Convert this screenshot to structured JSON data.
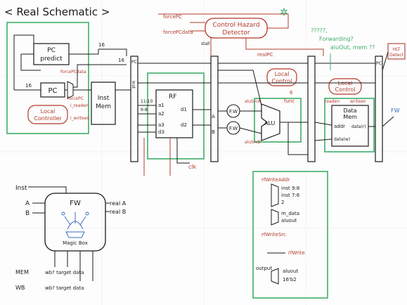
{
  "title": "< Real Schematic >",
  "colors": {
    "ink": "#1a1a1a",
    "red": "#b23a2a",
    "green": "#3fae6a",
    "blue": "#3a6fc4",
    "grid": "#dddddd"
  },
  "fetch": {
    "pc_predict": "PC\npredict",
    "pc": "PC",
    "inst_mem": "Inst\nMem",
    "local_controller": "Local\nController",
    "bus16_a": "16",
    "bus16_b": "16",
    "bus16_c": "16",
    "forcePCdata": "forcePCdata",
    "forcePC": "forcePC",
    "i_readen": "i_readen",
    "i_writeen": "i_writeen"
  },
  "hazard": {
    "title": "Control Hazard\nDetector",
    "forcePC": "forcePC",
    "forcePCdata": "forcePCdata",
    "stall": "stall",
    "realPC": "realPC"
  },
  "registers": {
    "pc_reg": "PC",
    "inst_reg": "Inst",
    "a_reg": "A",
    "b_reg": "B",
    "rf": "RF",
    "rf_a1": "a1",
    "rf_a2": "a2",
    "rf_a3": "a3",
    "rf_d1": "d1",
    "rf_d2": "d2",
    "rf_d3": "d3",
    "bits_11_10": "11:10",
    "bits_9_8": "9:8",
    "clk": "clk",
    "alu": "ALU",
    "fw1": "F.W",
    "fw2": "F.W",
    "alu_src": "aluSrcA",
    "alu_src_b": "aluSrcB",
    "func": "func",
    "num6": "6",
    "local_control2": "Local\nControl",
    "local_control3": "Local\nControl",
    "data_mem": "Data\nMem",
    "addr": "addr",
    "data_r": "data(r)",
    "data_w": "data(w)",
    "rf_writeAddr_label": "rfWriteAddr",
    "writeen": "writeen",
    "readen": "readen",
    "hlt": "HLT\nDetect",
    "fw_out": "FW"
  },
  "annotation": {
    "korean": "?????,\nForwarding?\naluOut, mem ??",
    "korean_lines": [
      "?????,",
      "Forwarding?",
      "aluOut, mem ??"
    ]
  },
  "fw_box": {
    "inst": "Inst",
    "a": "A",
    "b": "B",
    "fw": "FW",
    "realA": "real A",
    "realB": "real B",
    "magic": "Magic Box",
    "mem": "MEM",
    "wb": "WB",
    "mem_sig": "wb? target data",
    "wb_sig": "wb? target data"
  },
  "mux_legend": {
    "rfWriteAddr": "rfWriteAddr",
    "inst98": "inst 9:8",
    "inst76": "inst 7:6",
    "two": "2",
    "mdata": "m_data",
    "aluout": "aluout",
    "rfWriteSrc": "rfWriteSrc",
    "rfWrite": "rfWrite",
    "output": "output",
    "aluout2": "aluout",
    "bits": "16'b2"
  }
}
